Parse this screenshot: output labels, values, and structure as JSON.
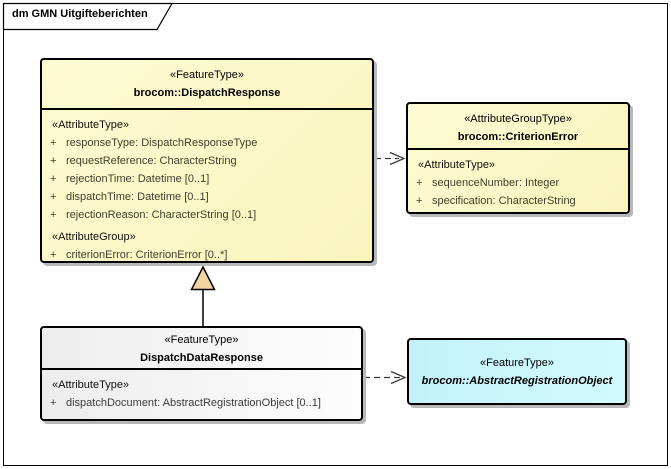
{
  "diagram": {
    "title": "dm GMN Uitgifteberichten"
  },
  "colors": {
    "class_fill_yellow": "#FBF7C4",
    "class_fill_cyan": "#C9F5FB",
    "header_fill_gray": "#EDEDED",
    "border": "#000000",
    "shadow": "#B8B8B8",
    "generalization_triangle_fill": "#F2D3A2",
    "attribute_text": "#3F3F2D"
  },
  "uml": {
    "visibility_public": "+"
  },
  "classes": {
    "dispatch_response": {
      "stereotype": "«FeatureType»",
      "name": "brocom::DispatchResponse",
      "attribute_type_label": "«AttributeType»",
      "attribute_group_label": "«AttributeGroup»",
      "attributes": [
        "responseType: DispatchResponseType",
        "requestReference: CharacterString",
        "rejectionTime: Datetime [0..1]",
        "dispatchTime: Datetime [0..1]",
        "rejectionReason: CharacterString [0..1]"
      ],
      "group_attributes": [
        "criterionError: CriterionError [0..*]"
      ]
    },
    "criterion_error": {
      "stereotype": "«AttributeGroupType»",
      "name": "brocom::CriterionError",
      "attribute_type_label": "«AttributeType»",
      "attributes": [
        "sequenceNumber: Integer",
        "specification: CharacterString"
      ]
    },
    "dispatch_data_response": {
      "stereotype": "«FeatureType»",
      "name": "DispatchDataResponse",
      "attribute_type_label": "«AttributeType»",
      "attributes": [
        "dispatchDocument: AbstractRegistrationObject [0..1]"
      ]
    },
    "abstract_registration_object": {
      "stereotype": "«FeatureType»",
      "name": "brocom::AbstractRegistrationObject"
    }
  }
}
